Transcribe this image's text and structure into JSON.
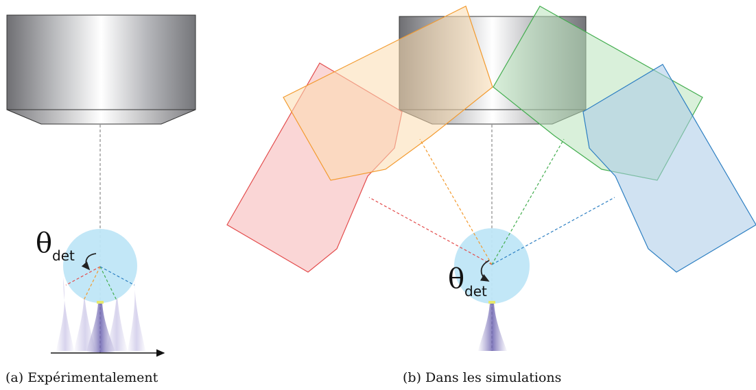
{
  "panels": [
    {
      "caption_label": "(a)",
      "caption_text": "Expérimentalement",
      "angle_symbol": "θ",
      "angle_subscript": "det"
    },
    {
      "caption_label": "(b)",
      "caption_text": "Dans les simulations",
      "angle_symbol": "θ",
      "angle_subscript": "det"
    }
  ],
  "colors": {
    "sphere": "#bfe6f7",
    "beam": "#8f86c4",
    "red_detector": "#e34c4c",
    "orange_detector": "#f39a2e",
    "green_detector": "#43ad4f",
    "blue_detector": "#2d7fc2",
    "axis_dash": "#888888"
  }
}
